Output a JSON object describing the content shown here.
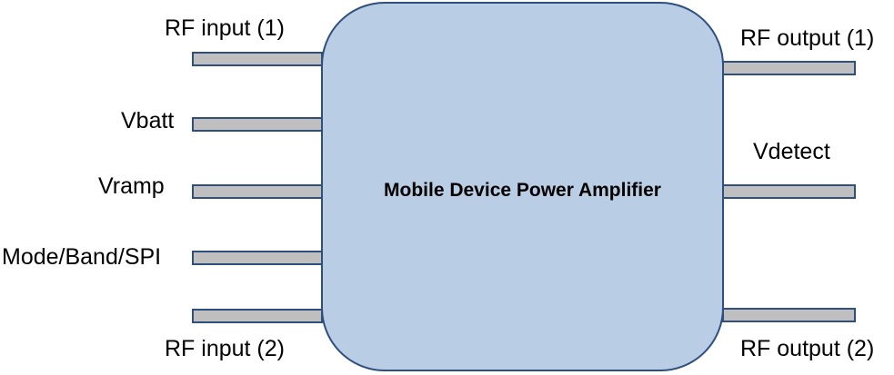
{
  "block": {
    "title": "Mobile Device Power Amplifier"
  },
  "inputs": {
    "rf_input_1": "RF input (1)",
    "vbatt": "Vbatt",
    "vramp": "Vramp",
    "mode_band_spi": "Mode/Band/SPI",
    "rf_input_2": "RF input (2)"
  },
  "outputs": {
    "rf_output_1": "RF output (1)",
    "vdetect": "Vdetect",
    "rf_output_2": "RF output (2)"
  },
  "colors": {
    "block_fill": "#b9cde4",
    "block_border": "#2f4f7f",
    "pin_fill": "#bfbfbf"
  }
}
